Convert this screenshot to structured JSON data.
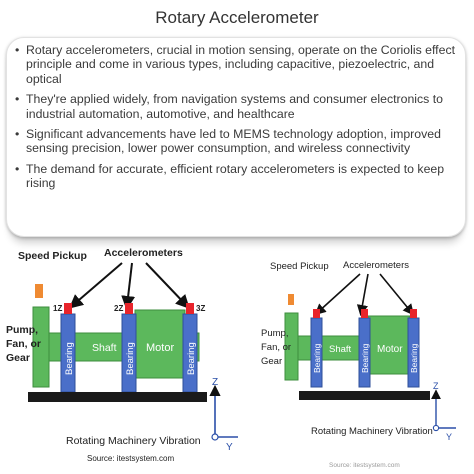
{
  "title": "Rotary Accelerometer",
  "bullets": [
    "Rotary accelerometers, crucial in motion sensing, operate on the Coriolis effect principle and come in various types, including capacitive, piezoelectric, and optical",
    "They're applied widely, from navigation systems and consumer electronics to industrial automation, automotive, and healthcare",
    "Significant advancements have led to MEMS technology adoption, improved sensing precision, lower power consumption, and wireless connectivity",
    "The demand for accurate, efficient rotary accelerometers is expected to keep rising"
  ],
  "diagrams": [
    {
      "speed_pickup": "Speed Pickup",
      "accelerometers": "Accelerometers",
      "pump_lines": [
        "Pump,",
        "Fan, or",
        "Gear"
      ],
      "shaft": "Shaft",
      "motor": "Motor",
      "bearing": "Bearing",
      "sensors": [
        "1Z",
        "2Z",
        "3Z"
      ],
      "axis_z": "Z",
      "axis_y": "Y",
      "caption": "Rotating Machinery Vibration",
      "source": "Source: itestsystem.com"
    },
    {
      "speed_pickup": "Speed Pickup",
      "accelerometers": "Accelerometers",
      "pump_lines": [
        "Pump,",
        "Fan, or",
        "Gear"
      ],
      "shaft": "Shaft",
      "motor": "Motor",
      "bearing": "Bearing",
      "sensors": [
        "",
        "",
        ""
      ],
      "axis_z": "Z",
      "axis_y": "Y",
      "caption": "Rotating Machinery Vibration",
      "source": "Source: itestsystem.com"
    }
  ],
  "colors": {
    "green": "#5cb85c",
    "green_dark": "#3e8e3e",
    "bearing_blue": "#4a6fc9",
    "sensor_red": "#e8242b",
    "pickup_orange": "#ef8a32",
    "base_black": "#1a1a1a"
  }
}
